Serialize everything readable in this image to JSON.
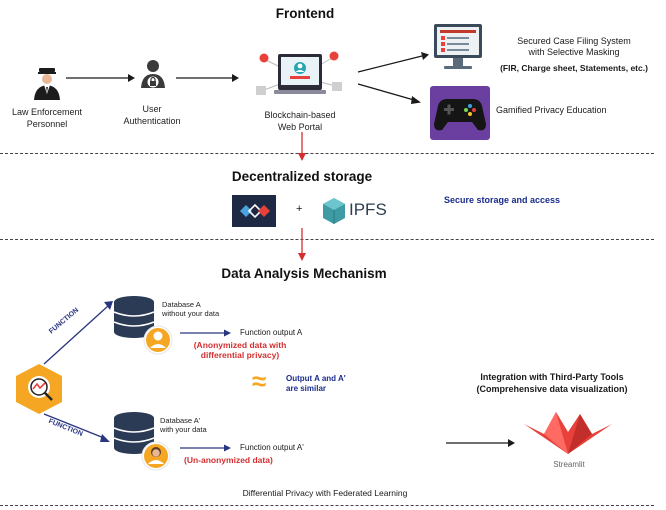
{
  "frontend": {
    "title": "Frontend",
    "actor_label": "Law Enforcement\nPersonnel",
    "auth_label": "User\nAuthentication",
    "portal_label": "Blockchain-based\nWeb Portal",
    "case_system_label": "Secured Case Filing System\nwith Selective Masking",
    "case_system_detail": "(FIR, Charge sheet, Statements, etc.)",
    "education_label": "Gamified Privacy Education"
  },
  "storage": {
    "title": "Decentralized storage",
    "plus": "+",
    "ipfs_label": "IPFS",
    "note": "Secure storage and access"
  },
  "analysis": {
    "title": "Data Analysis Mechanism",
    "function_label": "FUNCTION",
    "db_a_label": "Database A\nwithout your data",
    "output_a_label": "Function output A",
    "output_a_note": "(Anonymized data with\ndifferential privacy)",
    "similar_note": "Output A and A'\nare similar",
    "approx_symbol": "≈",
    "db_a2_label": "Database A'\nwith your data",
    "output_a2_label": "Function output A'",
    "output_a2_note": "(Un-anonymized data)",
    "integration_label": "Integration with Third-Party Tools\n(Comprehensive data visualization)",
    "streamlit_label": "Streamlit",
    "footer": "Differential Privacy with Federated Learning"
  },
  "colors": {
    "arrow": "#1a1a1a",
    "red_arrow": "#d32f2f",
    "navy": "#2a3580",
    "orange": "#f5a623",
    "streamlit_red": "#e8413c",
    "ipfs_teal": "#3e9ba3"
  }
}
